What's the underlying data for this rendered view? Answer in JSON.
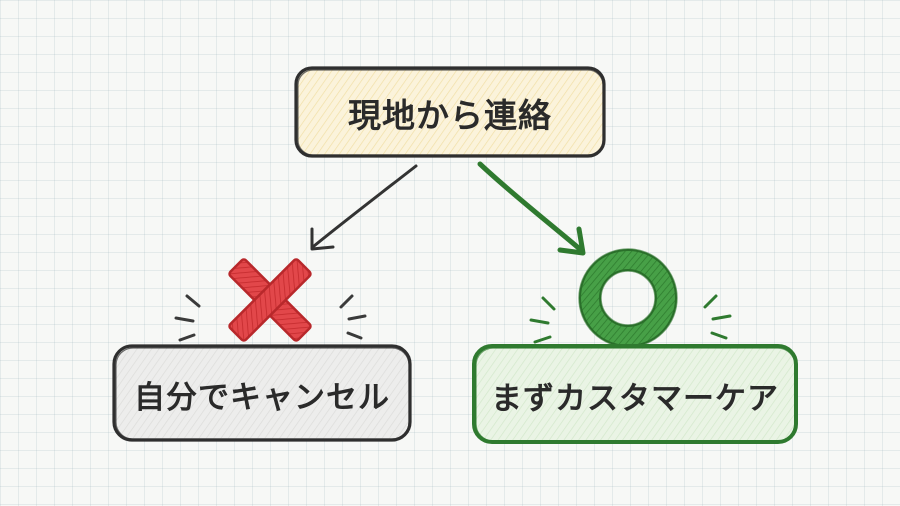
{
  "nodes": {
    "top": {
      "label": "現地から連絡"
    },
    "left": {
      "label": "自分でキャンセル"
    },
    "right": {
      "label": "まずカスタマーケア"
    }
  },
  "colors": {
    "top_fill": "#fbf3db",
    "neutral_fill": "#ededec",
    "good_fill": "#e9f3e4",
    "ink": "#2f2f2f",
    "bad": "#d9383a",
    "good": "#3a8a3a"
  },
  "icons": {
    "bad_mark": "cross-icon",
    "good_mark": "circle-icon"
  }
}
